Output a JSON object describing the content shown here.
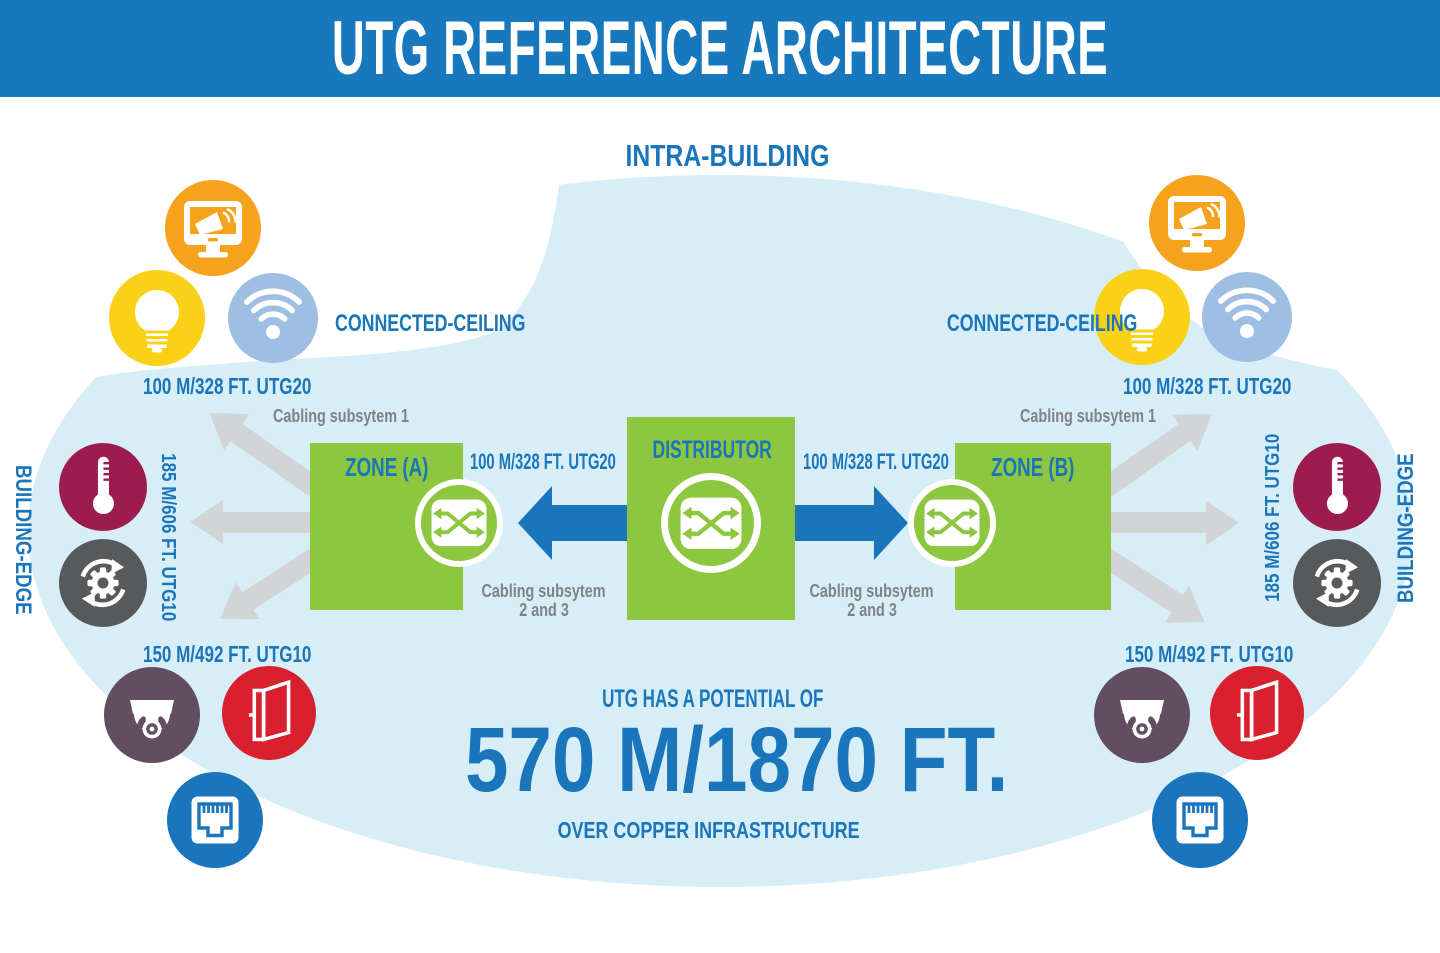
{
  "header": {
    "title": "UTG REFERENCE ARCHITECTURE"
  },
  "intra_building_label": "INTRA-BUILDING",
  "connected_ceiling": {
    "label": "CONNECTED-CEILING",
    "distance": "100 M/328 FT. UTG20"
  },
  "building_edge": {
    "label": "BUILDING-EDGE",
    "distance": "185 M/606 FT. UTG10"
  },
  "floor_devices": {
    "distance": "150 M/492 FT. UTG10"
  },
  "zones": {
    "zone_a_label": "ZONE (A)",
    "zone_b_label": "ZONE (B)",
    "distributor_label": "DISTRIBUTOR",
    "link_distance": "100 M/328 FT. UTG20",
    "cabling_subsystem_1": "Cabling subsytem 1",
    "cabling_subsystem_23_line1": "Cabling subsytem",
    "cabling_subsystem_23_line2": "2 and 3"
  },
  "potential": {
    "intro": "UTG HAS A POTENTIAL OF",
    "value": "570 M/1870 FT.",
    "caption": "OVER COPPER INFRASTRUCTURE"
  },
  "icons": [
    "signage-display-icon",
    "light-bulb-icon",
    "wifi-icon",
    "thermometer-icon",
    "gear-sync-icon",
    "dome-camera-icon",
    "door-icon",
    "ethernet-port-icon",
    "network-switch-icon"
  ],
  "colors": {
    "banner_blue": "#1878BE",
    "text_blue": "#1B75BB",
    "green": "#8DC63F",
    "ellipse_blue": "#D8EEF7",
    "orange": "#F5A21C",
    "yellow": "#FAD116",
    "wifi_blue": "#9FBEE3",
    "maroon": "#9D1C4E",
    "dark_gray": "#58595B",
    "plum": "#624E60",
    "red": "#D9202E",
    "port_blue": "#1B75BC",
    "arrow_gray": "#D2D4D6",
    "label_gray": "#808285"
  }
}
